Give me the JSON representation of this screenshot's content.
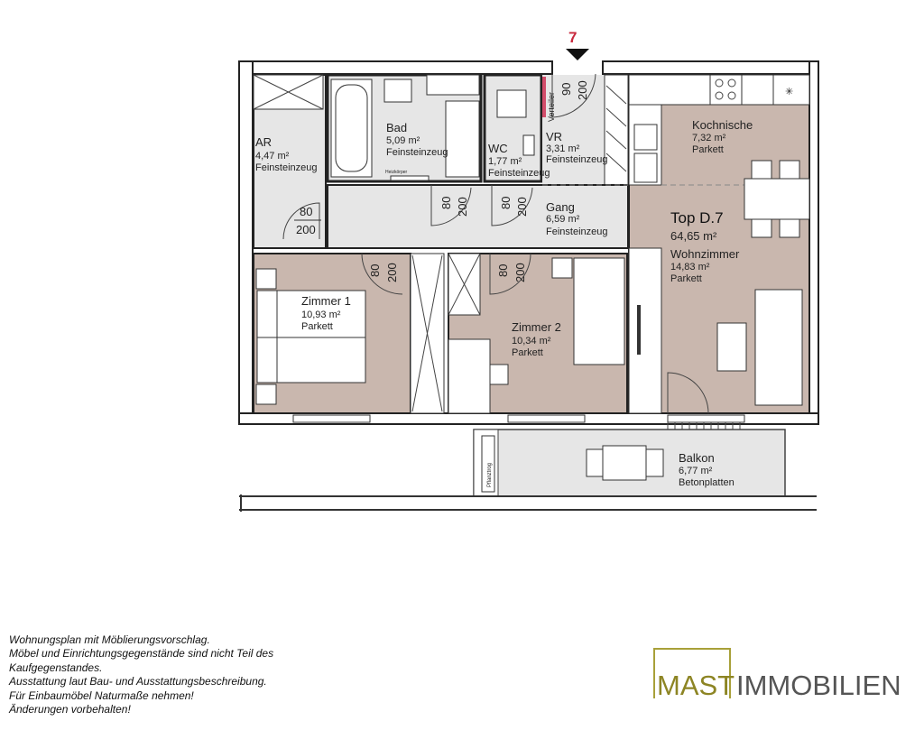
{
  "entrance": {
    "number": "7"
  },
  "apartment": {
    "name": "Top D.7",
    "total_area": "64,65 m²"
  },
  "rooms": {
    "ar": {
      "name": "AR",
      "area": "4,47 m²",
      "floor": "Feinsteinzeug"
    },
    "bad": {
      "name": "Bad",
      "area": "5,09 m²",
      "floor": "Feinsteinzeug",
      "note": "Heizkörper"
    },
    "wc": {
      "name": "WC",
      "area": "1,77 m²",
      "floor": "Feinsteinzeug"
    },
    "vr": {
      "name": "VR",
      "area": "3,31 m²",
      "floor": "Feinsteinzeug",
      "note": "Verteiler"
    },
    "gang": {
      "name": "Gang",
      "area": "6,59 m²",
      "floor": "Feinsteinzeug"
    },
    "kochnische": {
      "name": "Kochnische",
      "area": "7,32 m²",
      "floor": "Parkett"
    },
    "wohnzimmer": {
      "name": "Wohnzimmer",
      "area": "14,83 m²",
      "floor": "Parkett"
    },
    "zimmer1": {
      "name": "Zimmer 1",
      "area": "10,93 m²",
      "floor": "Parkett"
    },
    "zimmer2": {
      "name": "Zimmer 2",
      "area": "10,34 m²",
      "floor": "Parkett"
    },
    "balkon": {
      "name": "Balkon",
      "area": "6,77 m²",
      "floor": "Betonplatten",
      "note": "Pflanztrog"
    }
  },
  "doors": {
    "entry": {
      "w": "90",
      "h": "200"
    },
    "ar": {
      "w": "80",
      "h": "200"
    },
    "bad": {
      "w": "80",
      "h": "200"
    },
    "wc": {
      "w": "80",
      "h": "200"
    },
    "zimmer1": {
      "w": "80",
      "h": "200"
    },
    "zimmer2": {
      "w": "80",
      "h": "200"
    }
  },
  "notes": [
    "Wohnungsplan mit Möblierungsvorschlag.",
    "Möbel und Einrichtungsgegenstände sind nicht Teil des",
    "Kaufgegenstandes.",
    "Ausstattung laut Bau- und Ausstattungsbeschreibung.",
    "Für Einbaumöbel Naturmaße nehmen!",
    "Änderungen vorbehalten!"
  ],
  "logo": {
    "part1": "MAST",
    "part2": "IMMOBILIEN"
  },
  "colors": {
    "room_brown": "#c9b7ae",
    "room_gray": "#e6e6e6",
    "entrance_red": "#c8283c",
    "logo_gold": "#8d8524"
  }
}
